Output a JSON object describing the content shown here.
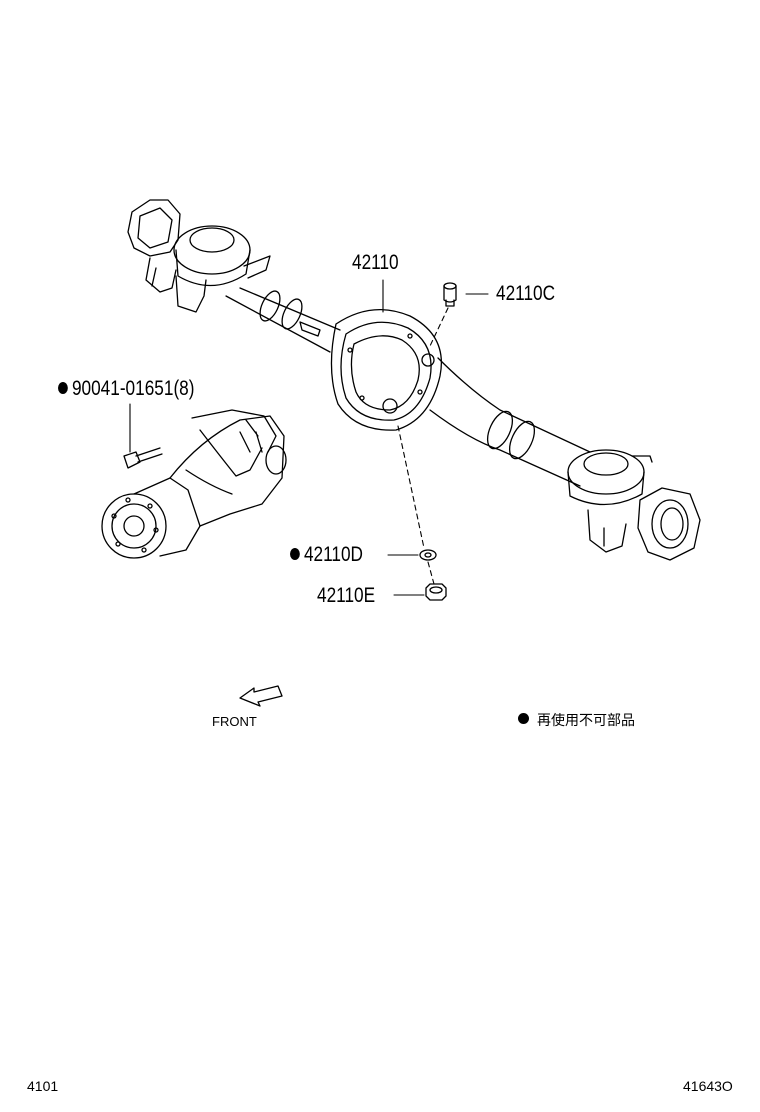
{
  "callouts": {
    "housing": "42110",
    "breather_plug": "42110C",
    "bolt": "90041-01651(8)",
    "gasket": "42110D",
    "drain_plug": "42110E"
  },
  "front_label": "FRONT",
  "legend_text": "再使用不可部品",
  "footer": {
    "left_code": "4101",
    "right_code": "41643O"
  }
}
